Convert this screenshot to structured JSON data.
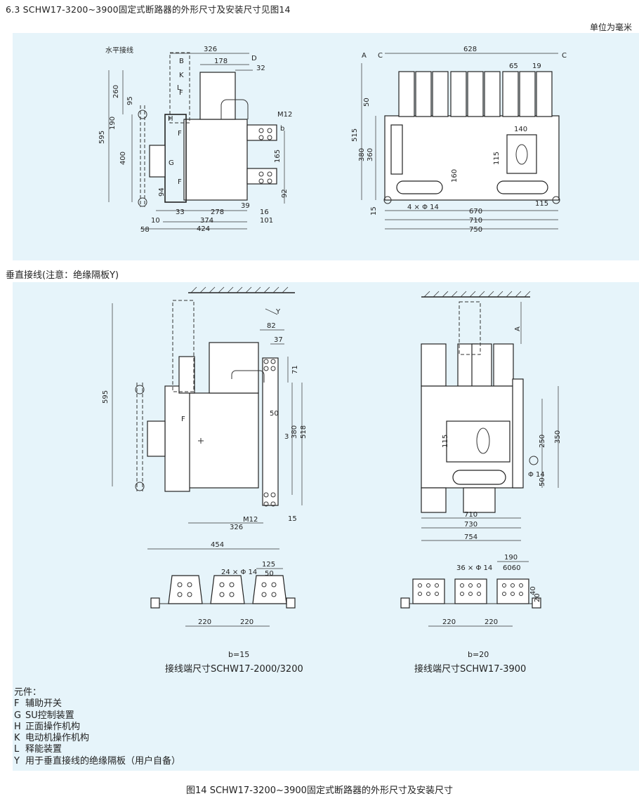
{
  "heading": "6.3 SCHW17-3200~3900固定式断路器的外形尺寸及安装尺寸见图14",
  "unit_note": "单位为毫米",
  "subheading": "垂直接线(注意：绝缘隔板Y)",
  "horizontal_label": "水平接线",
  "top_left_dims": [
    "326",
    "178",
    "32",
    "260",
    "95",
    "595",
    "190",
    "400",
    "94",
    "33",
    "278",
    "39",
    "16",
    "10",
    "374",
    "101",
    "58",
    "424",
    "165",
    "92",
    "M12",
    "b"
  ],
  "top_left_letters": [
    "B",
    "D",
    "K",
    "L",
    "F",
    "H",
    "F",
    "G",
    "F"
  ],
  "top_right_dims": [
    "628",
    "65",
    "19",
    "50",
    "140",
    "515",
    "380",
    "360",
    "115",
    "160",
    "15",
    "4 × Φ 14",
    "115",
    "670",
    "710",
    "750"
  ],
  "top_right_letters": [
    "A",
    "C",
    "C"
  ],
  "bottom_left_dims": [
    "595",
    "82",
    "37",
    "71",
    "50",
    "380",
    "518",
    "3",
    "M12",
    "326",
    "15",
    "454"
  ],
  "bottom_left_letters": [
    "Y",
    "F"
  ],
  "bottom_right_dims": [
    "A",
    "115",
    "250",
    "350",
    "Φ 14",
    "50",
    "710",
    "730",
    "754"
  ],
  "terminal_left": {
    "dims": [
      "125",
      "24 × Φ 14",
      "50",
      "220",
      "220"
    ],
    "b": "b=15",
    "caption": "接线端尺寸SCHW17-2000/3200"
  },
  "terminal_right": {
    "dims": [
      "190",
      "36 × Φ 14",
      "6060",
      "40",
      "20",
      "220",
      "220"
    ],
    "b": "b=20",
    "caption": "接线端尺寸SCHW17-3900"
  },
  "legend": {
    "title": "元件：",
    "items": [
      {
        "code": "F",
        "text": "辅助开关"
      },
      {
        "code": "G",
        "text": "SU控制装置"
      },
      {
        "code": "H",
        "text": "正面操作机构"
      },
      {
        "code": "K",
        "text": "电动机操作机构"
      },
      {
        "code": "L",
        "text": "释能装置"
      },
      {
        "code": "Y",
        "text": "用于垂直接线的绝缘隔板（用户自备）"
      }
    ]
  },
  "figure_caption": "图14 SCHW17-3200~3900固定式断路器的外形尺寸及安装尺寸"
}
